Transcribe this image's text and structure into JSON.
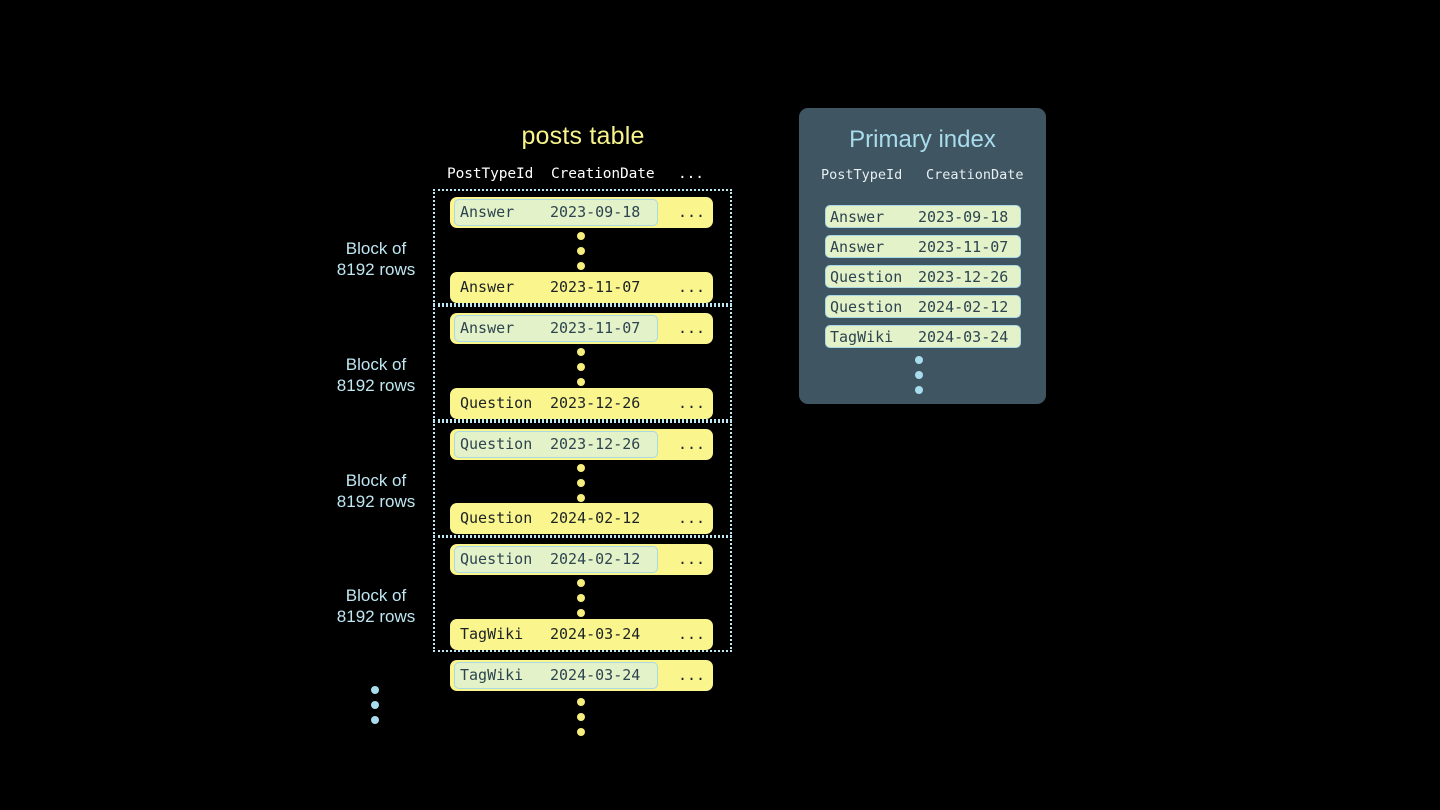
{
  "posts_table": {
    "title": "posts table",
    "columns": [
      "PostTypeId",
      "CreationDate",
      "..."
    ],
    "blocks": [
      {
        "label_line1": "Block of",
        "label_line2": "8192 rows",
        "first_row": {
          "post_type_id": "Answer",
          "creation_date": "2023-09-18",
          "ellipsis": "...",
          "marked": true
        },
        "last_row": {
          "post_type_id": "Answer",
          "creation_date": "2023-11-07",
          "ellipsis": "...",
          "marked": false
        }
      },
      {
        "label_line1": "Block of",
        "label_line2": "8192 rows",
        "first_row": {
          "post_type_id": "Answer",
          "creation_date": "2023-11-07",
          "ellipsis": "...",
          "marked": true
        },
        "last_row": {
          "post_type_id": "Question",
          "creation_date": "2023-12-26",
          "ellipsis": "...",
          "marked": false
        }
      },
      {
        "label_line1": "Block of",
        "label_line2": "8192 rows",
        "first_row": {
          "post_type_id": "Question",
          "creation_date": "2023-12-26",
          "ellipsis": "...",
          "marked": true
        },
        "last_row": {
          "post_type_id": "Question",
          "creation_date": "2024-02-12",
          "ellipsis": "...",
          "marked": false
        }
      },
      {
        "label_line1": "Block of",
        "label_line2": "8192 rows",
        "first_row": {
          "post_type_id": "Question",
          "creation_date": "2024-02-12",
          "ellipsis": "...",
          "marked": true
        },
        "last_row": {
          "post_type_id": "TagWiki",
          "creation_date": "2024-03-24",
          "ellipsis": "...",
          "marked": false
        }
      }
    ],
    "trailing_row": {
      "post_type_id": "TagWiki",
      "creation_date": "2024-03-24",
      "ellipsis": "...",
      "marked": true
    }
  },
  "primary_index": {
    "title": "Primary index",
    "columns": [
      "PostTypeId",
      "CreationDate"
    ],
    "rows": [
      {
        "post_type_id": "Answer",
        "creation_date": "2023-09-18"
      },
      {
        "post_type_id": "Answer",
        "creation_date": "2023-11-07"
      },
      {
        "post_type_id": "Question",
        "creation_date": "2023-12-26"
      },
      {
        "post_type_id": "Question",
        "creation_date": "2024-02-12"
      },
      {
        "post_type_id": "TagWiki",
        "creation_date": "2024-03-24"
      }
    ]
  },
  "colors": {
    "background": "#000000",
    "row_yellow": "#FAF58C",
    "highlight_green": "#E3F2C9",
    "accent_blue": "#A9DCEC",
    "card_slate": "#3F5562",
    "title_yellow": "#F7F48B"
  }
}
